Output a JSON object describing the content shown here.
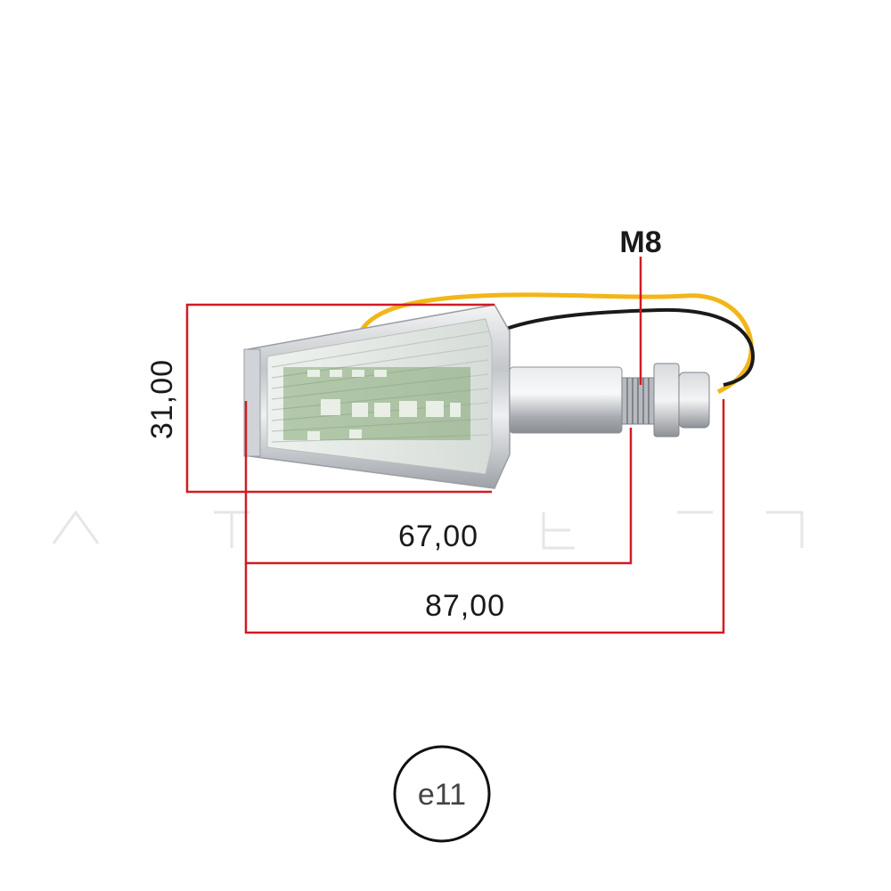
{
  "dimensions": {
    "height_label": "31,00",
    "body_length_label": "67,00",
    "total_length_label": "87,00",
    "thread_label": "M8"
  },
  "certification": {
    "mark_label": "e11"
  },
  "colors": {
    "dimension_line": "#d01c24",
    "text": "#1a1a1a",
    "wire_yellow": "#f2b619",
    "wire_black": "#1a1a1a",
    "chrome": "#c9ccd0",
    "lens": "#dfe6e0",
    "circuit_board": "#5d8a4a"
  }
}
